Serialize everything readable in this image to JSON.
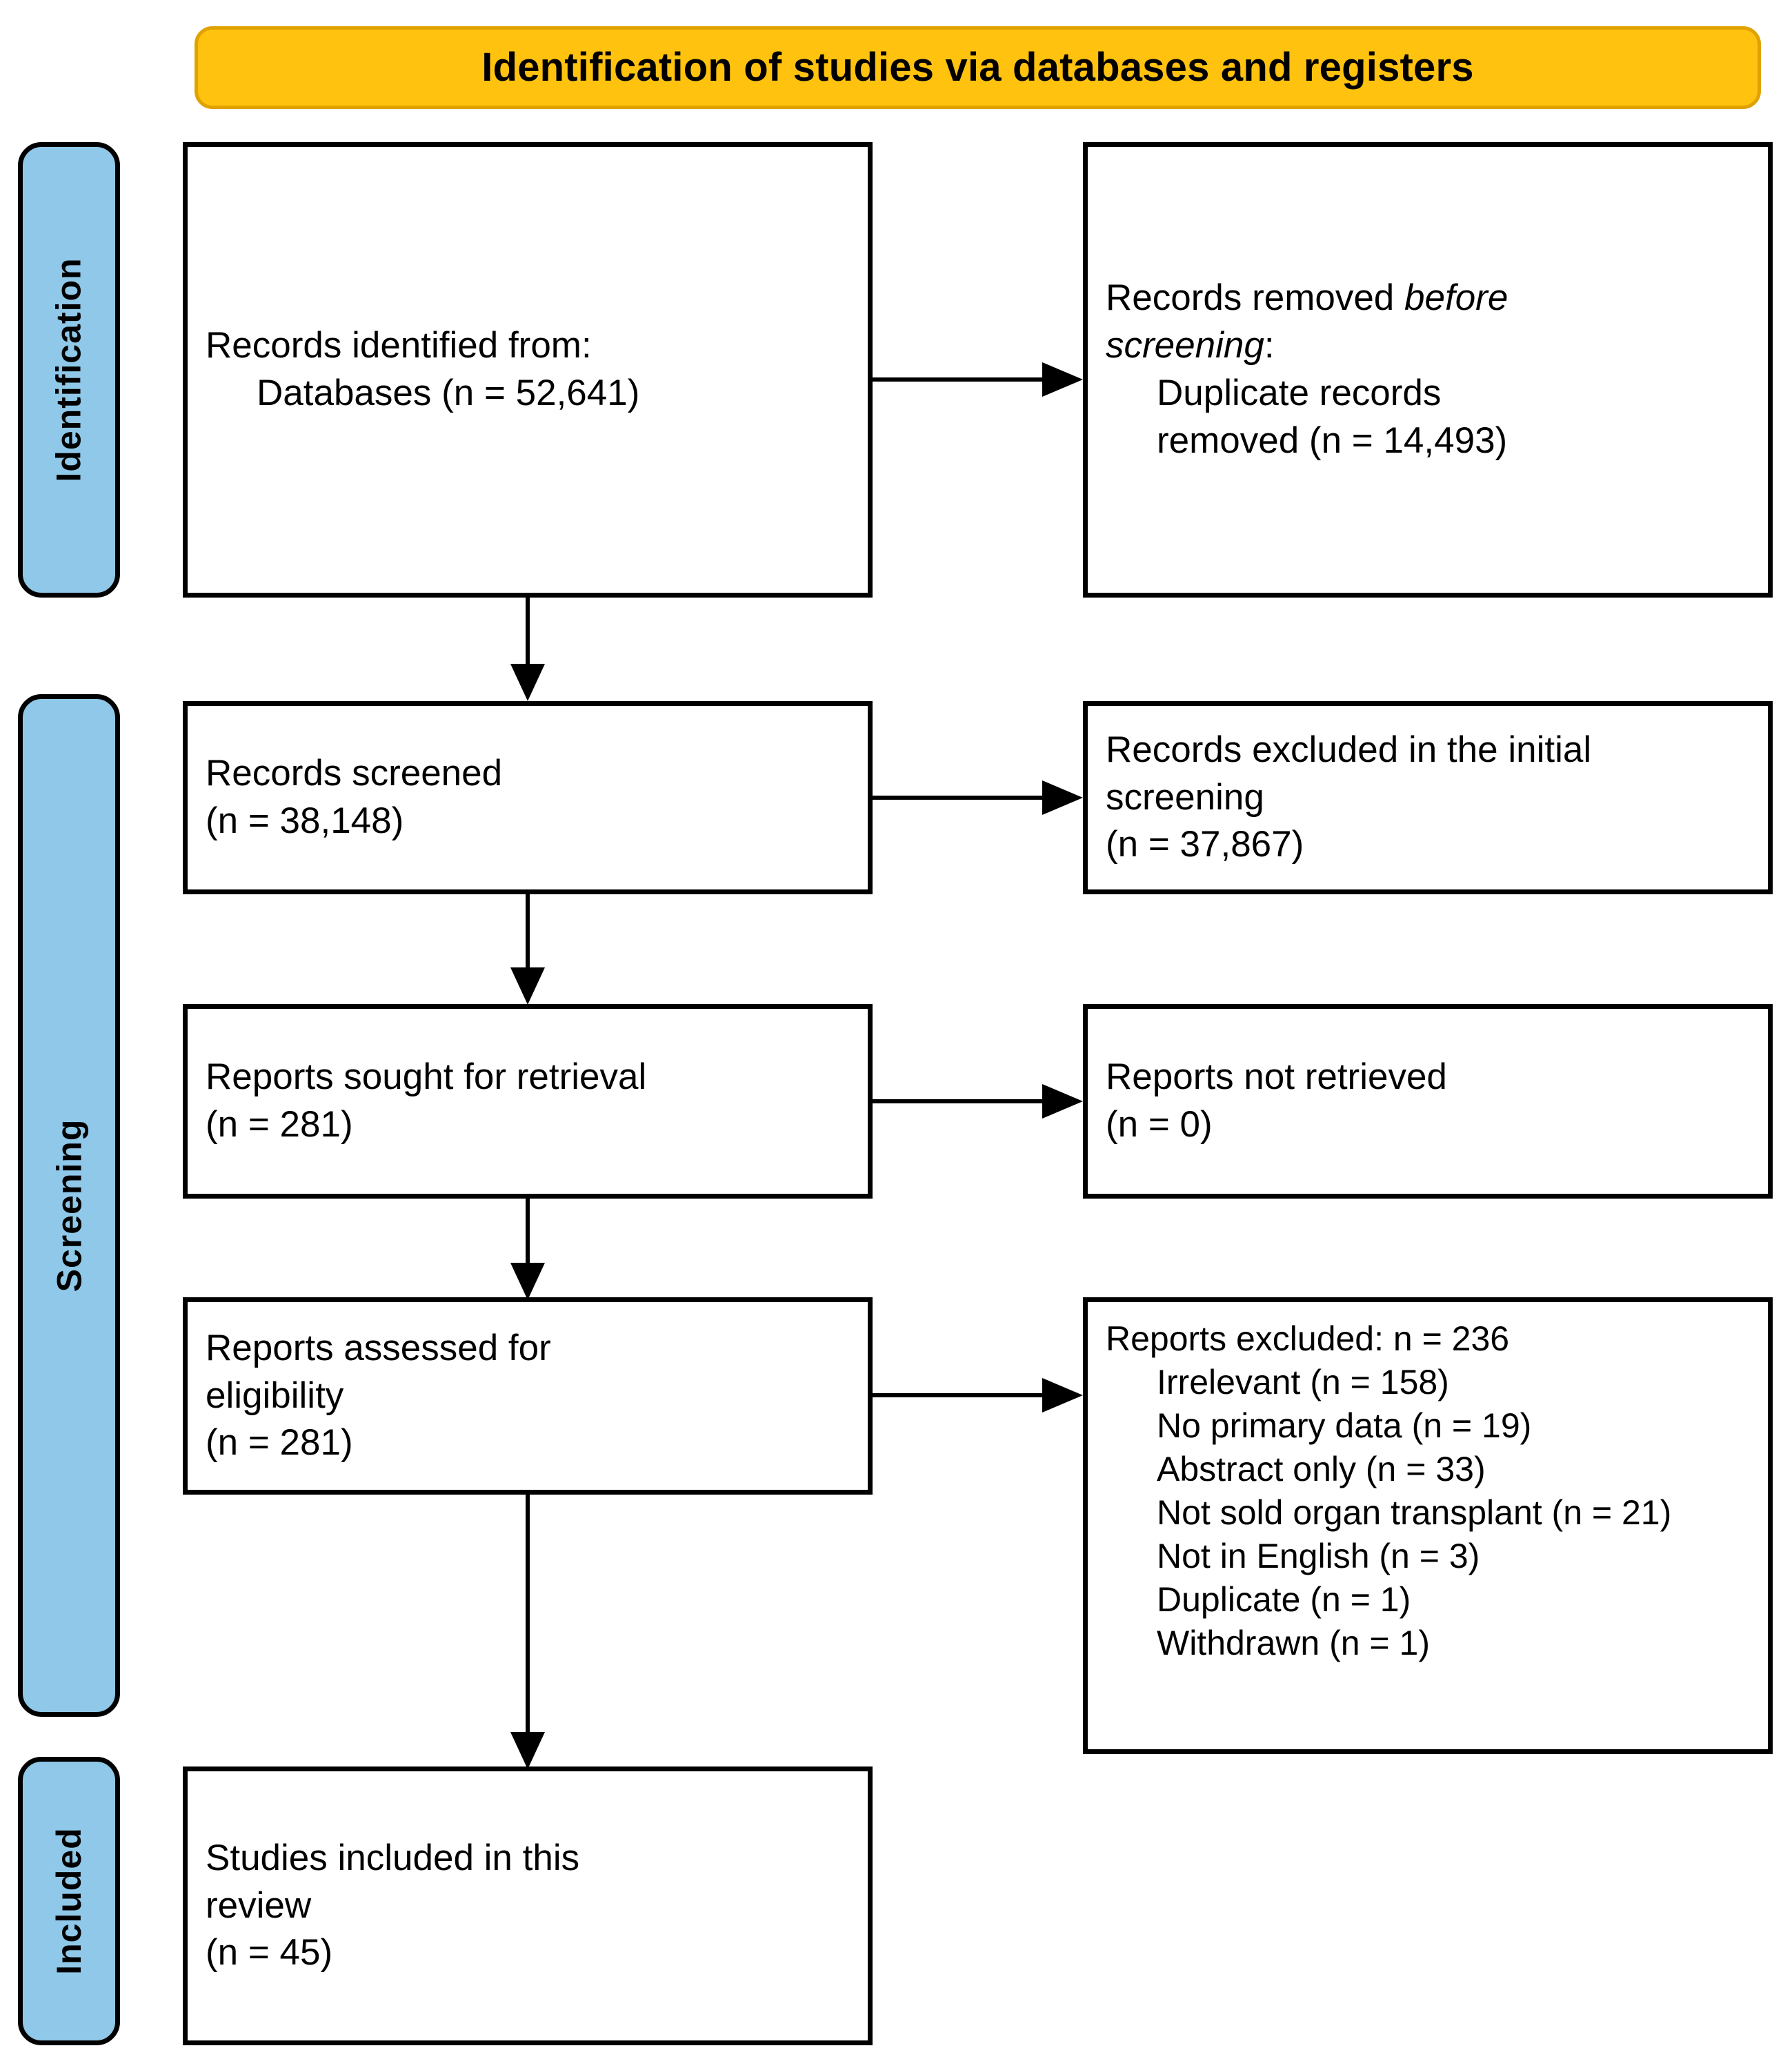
{
  "header": {
    "title": "Identification of studies via databases and registers",
    "color": "#FFC20E"
  },
  "phases": {
    "identification": "Identification",
    "screening": "Screening",
    "included": "Included",
    "color": "#8FC8E8"
  },
  "boxes": {
    "identified": {
      "line1": "Records identified from:",
      "line2": "Databases (n = 52,641)"
    },
    "removed_before_screening": {
      "line1_prefix": "Records removed ",
      "line1_italic": "before",
      "line2_italic": "screening",
      "line2_suffix": ":",
      "line3": "Duplicate records",
      "line4": "removed (n = 14,493)"
    },
    "records_screened": {
      "line1": "Records screened",
      "line2": "(n = 38,148)"
    },
    "records_excluded_initial": {
      "line1": "Records excluded in the initial",
      "line2": "screening",
      "line3": "(n = 37,867)"
    },
    "reports_sought": {
      "line1": "Reports sought for retrieval",
      "line2": "(n = 281)"
    },
    "reports_not_retrieved": {
      "line1": "Reports not retrieved",
      "line2": "(n = 0)"
    },
    "reports_assessed": {
      "line1": "Reports assessed for",
      "line2": "eligibility",
      "line3": "(n = 281)"
    },
    "reports_excluded": {
      "heading": "Reports excluded: n = 236",
      "reasons": [
        "Irrelevant (n = 158)",
        "No primary data (n = 19)",
        "Abstract only (n = 33)",
        "Not sold organ transplant (n = 21)",
        "Not in English (n = 3)",
        "Duplicate (n = 1)",
        "Withdrawn (n = 1)"
      ]
    },
    "studies_included": {
      "line1": "Studies included in this",
      "line2": "review",
      "line3": "(n = 45)"
    }
  },
  "chart_data": {
    "type": "diagram",
    "title": "Identification of studies via databases and registers",
    "nodes": [
      {
        "id": "identified",
        "phase": "Identification",
        "column": "left",
        "label": "Records identified from: Databases (n = 52,641)",
        "n": 52641
      },
      {
        "id": "removed",
        "phase": "Identification",
        "column": "right",
        "label": "Records removed before screening: Duplicate records removed (n = 14,493)",
        "n": 14493
      },
      {
        "id": "screened",
        "phase": "Screening",
        "column": "left",
        "label": "Records screened (n = 38,148)",
        "n": 38148
      },
      {
        "id": "excluded_initial",
        "phase": "Screening",
        "column": "right",
        "label": "Records excluded in the initial screening (n = 37,867)",
        "n": 37867
      },
      {
        "id": "sought",
        "phase": "Screening",
        "column": "left",
        "label": "Reports sought for retrieval (n = 281)",
        "n": 281
      },
      {
        "id": "not_retrieved",
        "phase": "Screening",
        "column": "right",
        "label": "Reports not retrieved (n = 0)",
        "n": 0
      },
      {
        "id": "assessed",
        "phase": "Screening",
        "column": "left",
        "label": "Reports assessed for eligibility (n = 281)",
        "n": 281
      },
      {
        "id": "excluded",
        "phase": "Screening",
        "column": "right",
        "label": "Reports excluded: n = 236",
        "n": 236,
        "breakdown": [
          {
            "reason": "Irrelevant",
            "n": 158
          },
          {
            "reason": "No primary data",
            "n": 19
          },
          {
            "reason": "Abstract only",
            "n": 33
          },
          {
            "reason": "Not sold organ transplant",
            "n": 21
          },
          {
            "reason": "Not in English",
            "n": 3
          },
          {
            "reason": "Duplicate",
            "n": 1
          },
          {
            "reason": "Withdrawn",
            "n": 1
          }
        ]
      },
      {
        "id": "included",
        "phase": "Included",
        "column": "left",
        "label": "Studies included in this review (n = 45)",
        "n": 45
      }
    ],
    "edges": [
      {
        "from": "identified",
        "to": "removed",
        "direction": "right"
      },
      {
        "from": "identified",
        "to": "screened",
        "direction": "down"
      },
      {
        "from": "screened",
        "to": "excluded_initial",
        "direction": "right"
      },
      {
        "from": "screened",
        "to": "sought",
        "direction": "down"
      },
      {
        "from": "sought",
        "to": "not_retrieved",
        "direction": "right"
      },
      {
        "from": "sought",
        "to": "assessed",
        "direction": "down"
      },
      {
        "from": "assessed",
        "to": "excluded",
        "direction": "right"
      },
      {
        "from": "assessed",
        "to": "included",
        "direction": "down"
      }
    ]
  }
}
